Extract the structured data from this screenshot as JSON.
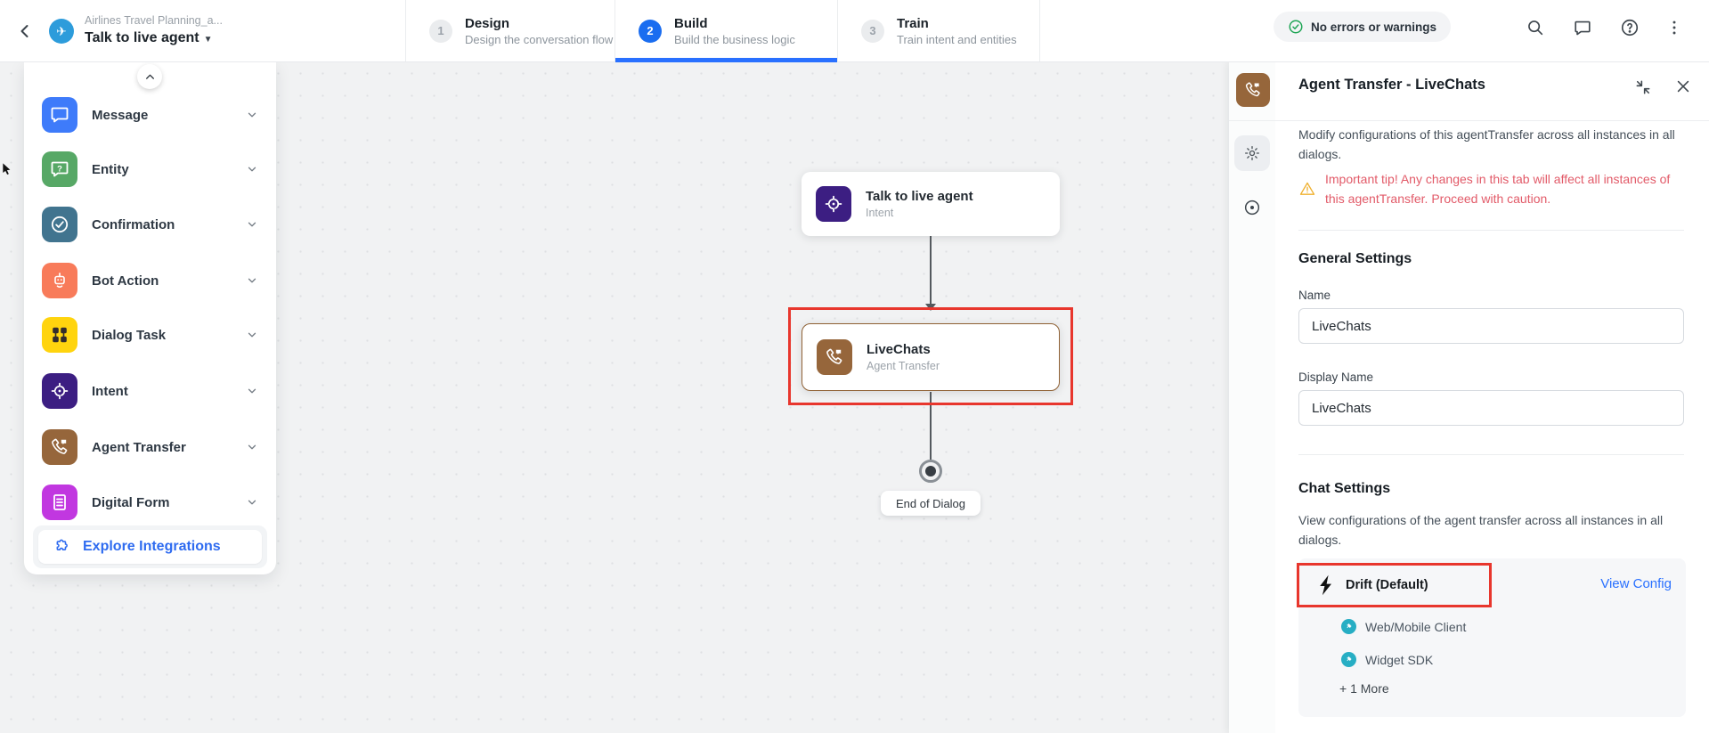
{
  "header": {
    "app_name": "Airlines Travel Planning_a...",
    "dialog_name": "Talk to live agent",
    "steps": [
      {
        "number": "1",
        "label": "Design",
        "description": "Design the conversation flow"
      },
      {
        "number": "2",
        "label": "Build",
        "description": "Build the business logic"
      },
      {
        "number": "3",
        "label": "Train",
        "description": "Train intent and entities"
      }
    ],
    "status_badge": "No errors or warnings"
  },
  "palette": {
    "items": [
      {
        "label": "Message",
        "icon": "message-icon",
        "color": "#3E7BFA"
      },
      {
        "label": "Entity",
        "icon": "entity-icon",
        "color": "#57A866"
      },
      {
        "label": "Confirmation",
        "icon": "confirmation-icon",
        "color": "#41748F"
      },
      {
        "label": "Bot Action",
        "icon": "bot-action-icon",
        "color": "#F87B5A"
      },
      {
        "label": "Dialog Task",
        "icon": "dialog-task-icon",
        "color": "#FFD40E"
      },
      {
        "label": "Intent",
        "icon": "intent-icon",
        "color": "#3C1E82"
      },
      {
        "label": "Agent Transfer",
        "icon": "agent-transfer-icon",
        "color": "#96663B"
      },
      {
        "label": "Digital Form",
        "icon": "digital-form-icon",
        "color": "#C137E0"
      }
    ],
    "explore_label": "Explore Integrations"
  },
  "canvas": {
    "nodes": [
      {
        "title": "Talk to live agent",
        "subtitle": "Intent"
      },
      {
        "title": "LiveChats",
        "subtitle": "Agent Transfer"
      }
    ],
    "end_label": "End of Dialog"
  },
  "panel": {
    "title": "Agent Transfer - LiveChats",
    "description": "Modify configurations of this agentTransfer across all instances in all dialogs.",
    "warning": "Important tip! Any changes in this tab will affect all instances of this agentTransfer. Proceed with caution.",
    "general": {
      "heading": "General Settings",
      "name_label": "Name",
      "name_value": "LiveChats",
      "display_name_label": "Display Name",
      "display_name_value": "LiveChats"
    },
    "chat": {
      "heading": "Chat Settings",
      "description": "View configurations of the agent transfer across all instances in all dialogs.",
      "provider_label": "Drift (Default)",
      "view_config_label": "View Config",
      "channels": [
        {
          "label": "Web/Mobile Client"
        },
        {
          "label": "Widget SDK"
        }
      ],
      "more_label": "+ 1 More"
    }
  },
  "colors": {
    "accent_blue": "#1A6DF0",
    "tab_underline_blue": "#2970FF",
    "success_green": "#21A657",
    "warning_text_red": "#E25A68",
    "warning_triangle_yellow": "#EFB02E",
    "annotation_red": "#E8362D",
    "link_blue": "#2970FF",
    "channel_teal": "#27AEC4",
    "drift_black": "#111111"
  }
}
